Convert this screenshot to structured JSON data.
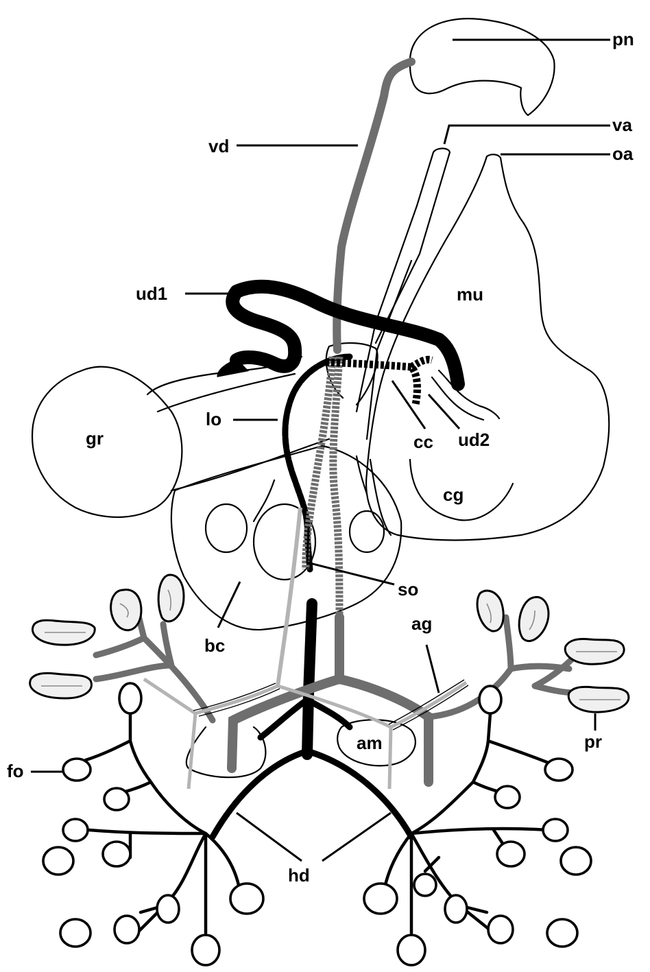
{
  "labels": {
    "pn": "pn",
    "va": "va",
    "oa": "oa",
    "vd": "vd",
    "ud1": "ud1",
    "mu": "mu",
    "gr": "gr",
    "lo": "lo",
    "cc": "cc",
    "ud2": "ud2",
    "cg": "cg",
    "so": "so",
    "bc": "bc",
    "ag": "ag",
    "am": "am",
    "pr": "pr",
    "fo": "fo",
    "hd": "hd"
  },
  "colors": {
    "outline": "#000000",
    "dark_duct": "#000000",
    "grey_duct": "#6e6e6e",
    "light_duct": "#b4b4b4",
    "prostate_fill": "#f0f0f0",
    "background": "#ffffff"
  }
}
